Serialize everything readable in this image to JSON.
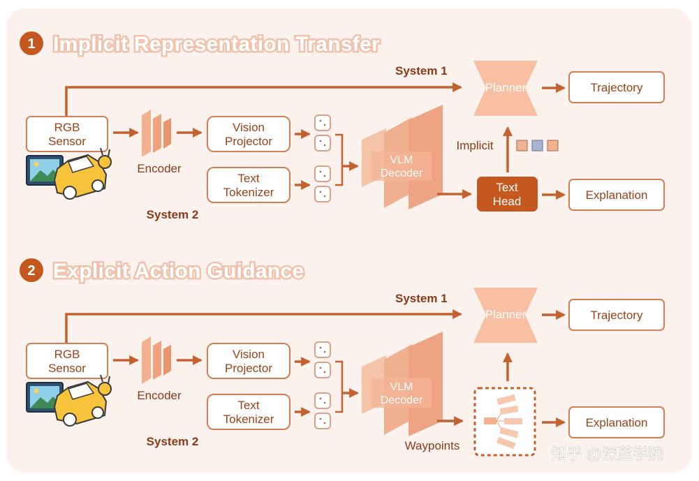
{
  "sections": [
    {
      "number": "1",
      "title": "Implicit Representation Transfer",
      "system1_label": "System 1",
      "system2_label": "System 2",
      "rgb_sensor": [
        "RGB",
        "Sensor"
      ],
      "encoder": "Encoder",
      "vision_projector": [
        "Vision",
        "Projector"
      ],
      "text_tokenizer": [
        "Text",
        "Tokenizer"
      ],
      "vlm_decoder": [
        "VLM",
        "Decoder"
      ],
      "planner": "Planner",
      "trajectory": "Trajectory",
      "implicit": "Implicit",
      "text_head": [
        "Text",
        "Head"
      ],
      "explanation": "Explanation"
    },
    {
      "number": "2",
      "title": "Explicit Action Guidance",
      "system1_label": "System 1",
      "system2_label": "System 2",
      "rgb_sensor": [
        "RGB",
        "Sensor"
      ],
      "encoder": "Encoder",
      "vision_projector": [
        "Vision",
        "Projector"
      ],
      "text_tokenizer": [
        "Text",
        "Tokenizer"
      ],
      "vlm_decoder": [
        "VLM",
        "Decoder"
      ],
      "planner": "Planner",
      "trajectory": "Trajectory",
      "waypoints": "Waypoints",
      "explanation": "Explanation"
    }
  ],
  "watermark": "知乎 @深蓝学院",
  "colors": {
    "arrow": "#c4622f",
    "box_border": "#d27e55",
    "box_text": "#9a4218",
    "planner_fill": "#f8bfa2",
    "text_head_fill": "#c4581f",
    "token_blue": "#a9b4d2",
    "token_orange": "#f2b28f",
    "background": "#fbf2ee"
  }
}
